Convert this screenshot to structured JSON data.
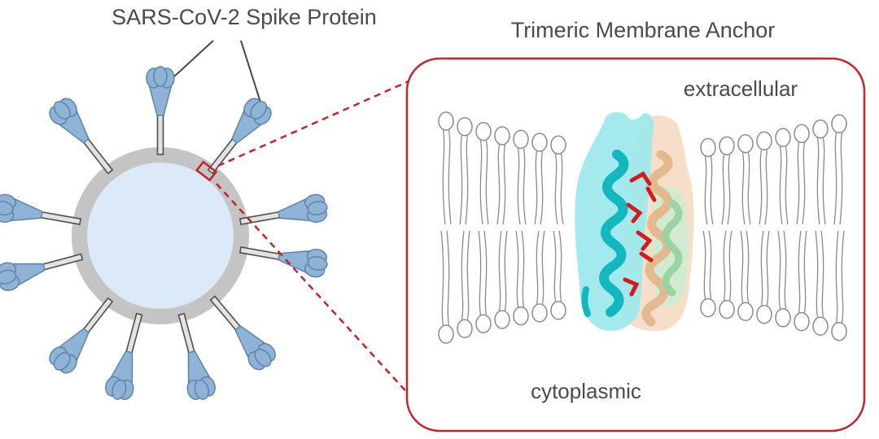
{
  "labels": {
    "spike_protein": "SARS-CoV-2 Spike Protein",
    "membrane_anchor": "Trimeric Membrane Anchor",
    "extracellular": "extracellular",
    "cytoplasmic": "cytoplasmic"
  },
  "colors": {
    "text": "#4a4a4a",
    "virus_envelope": "#c4c4c4",
    "virus_core": "#dbe9f8",
    "spike_head": "#8fb3d6",
    "spike_outline": "#5f84a8",
    "stalk": "#e2e2e2",
    "stalk_outline": "#4e4e4e",
    "callout_red": "#c0262c",
    "lipid_outline": "#8a8a8a",
    "helix_cyan": "#14b7bd",
    "helix_cyan_surface": "#9fe8ec",
    "helix_tan": "#e4b98f",
    "helix_tan_surface": "#f5dcc6",
    "helix_green": "#9cd3a2",
    "residue_red": "#d01c1c"
  },
  "icons": {
    "spike_protein": "spike-protein-icon",
    "virus_particle": "virus-particle-icon",
    "phospholipid": "phospholipid-icon",
    "transmembrane_helix": "transmembrane-helix-icon"
  }
}
